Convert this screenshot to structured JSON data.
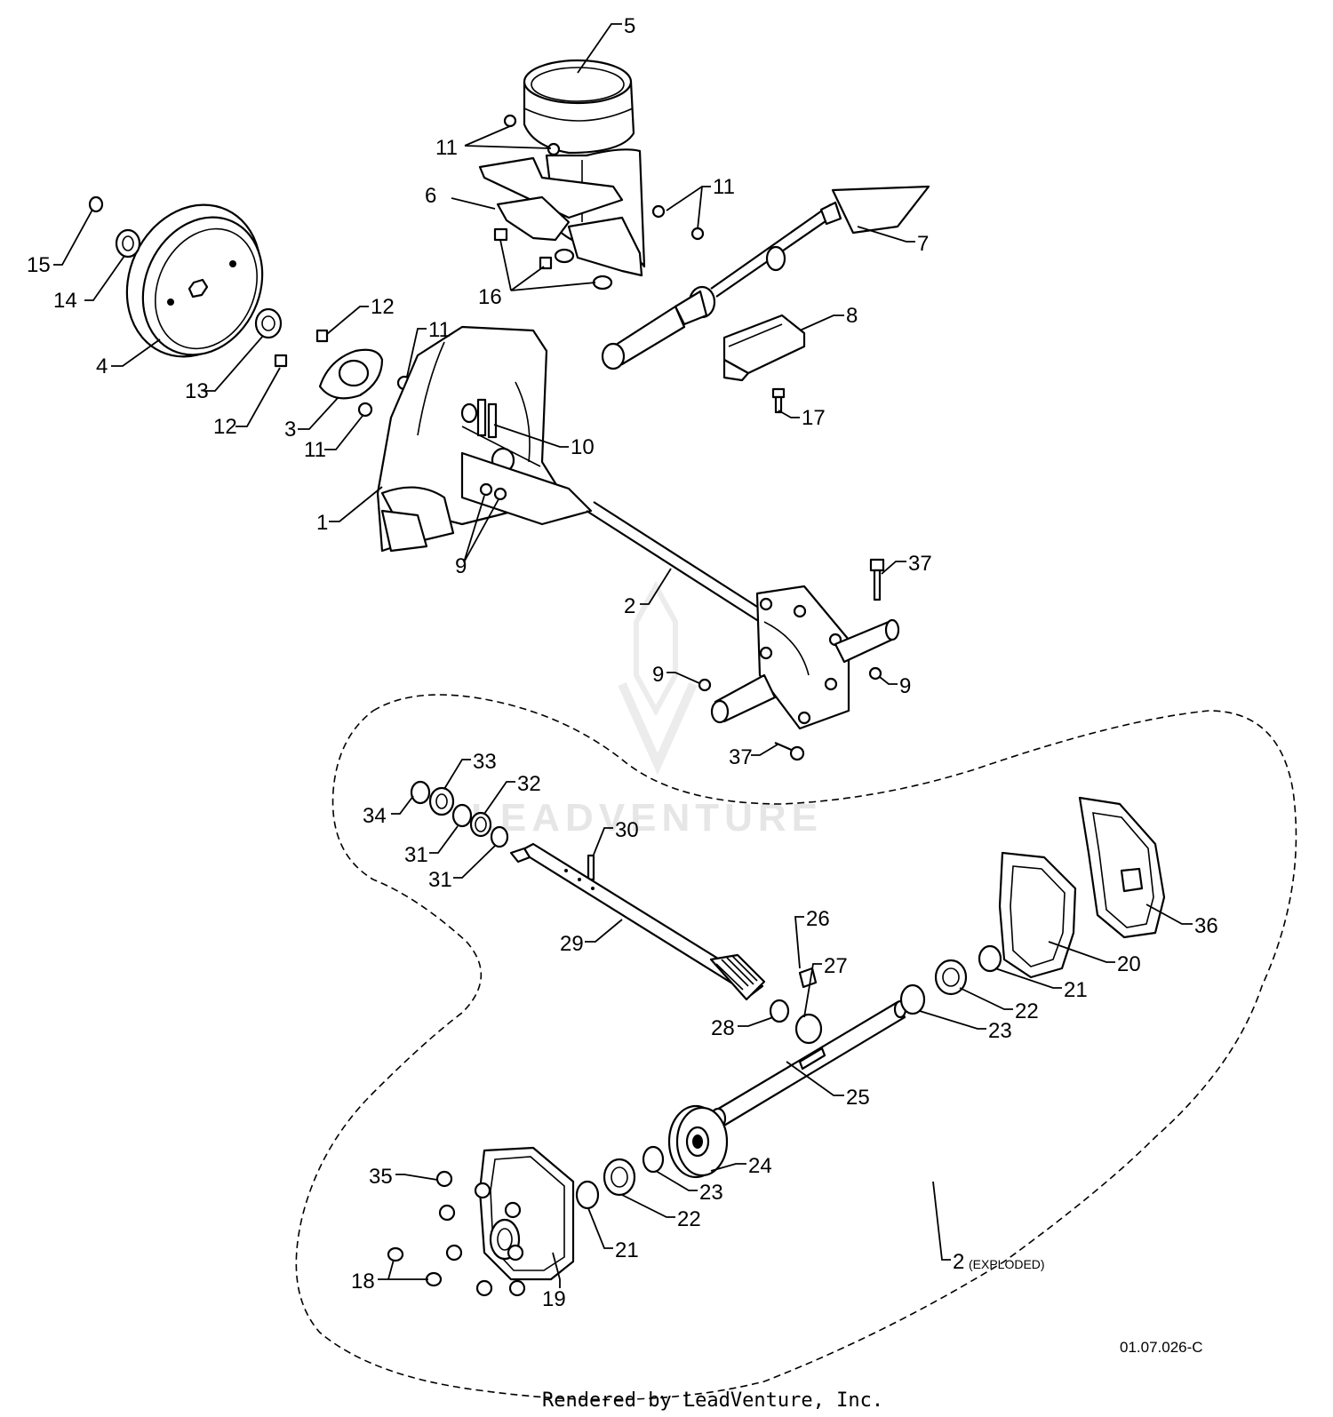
{
  "callouts": {
    "c5": "5",
    "c11a": "11",
    "c11b": "11",
    "c11c": "11",
    "c11d": "11",
    "c6": "6",
    "c7": "7",
    "c15": "15",
    "c14": "14",
    "c16": "16",
    "c12a": "12",
    "c12b": "12",
    "c8": "8",
    "c4": "4",
    "c13": "13",
    "c3": "3",
    "c17": "17",
    "c10": "10",
    "c1": "1",
    "c9a": "9",
    "c9b": "9",
    "c9c": "9",
    "c37a": "37",
    "c37b": "37",
    "c2": "2",
    "c33": "33",
    "c32": "32",
    "c34": "34",
    "c31a": "31",
    "c31b": "31",
    "c30": "30",
    "c26": "26",
    "c29": "29",
    "c36": "36",
    "c20": "20",
    "c21a": "21",
    "c21b": "21",
    "c22a": "22",
    "c22b": "22",
    "c27": "27",
    "c28": "28",
    "c23a": "23",
    "c23b": "23",
    "c25": "25",
    "c24": "24",
    "c35": "35",
    "c18": "18",
    "c19": "19",
    "c2x": "2"
  },
  "exploded_note": "(EXPLODED)",
  "diagram_code": "01.07.026-C",
  "footer": "Rendered by LeadVenture, Inc.",
  "watermark": "LEADVENTURE"
}
